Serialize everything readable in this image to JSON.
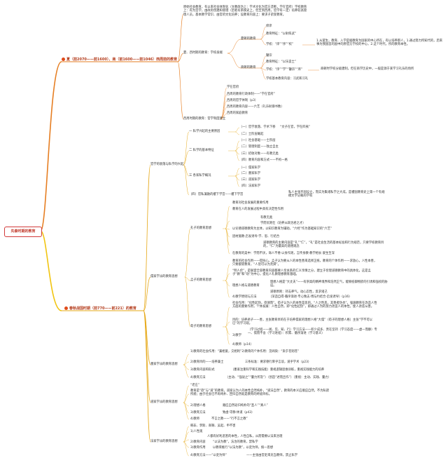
{
  "root": "先秦时期的教育",
  "era1": "夏（前2070——前1600）、商（前1600——前1046）西周前的教育",
  "era2": "春秋战国时期（前770——前221）的教育",
  "top": {
    "intro": "原始社会教育，有以来社会体制化（文教政治上：学术文化为官方垄断，学在官府）学校教育上：有为宫学，由政府创建和管理（后者有系统史上，但至到西周，官学有一定）培养较高管理人员，基本教学常识、由官府文化培养；设教育内容上：要求子弟受教育。",
    "a_branch": "夏、西时期的教育：学校发端",
    "a_item": "夏朝的教育",
    "a_1": "痒庠",
    "a_2": "教育特征：“以射练武”",
    "a_3": "学校：“庠”“序”“校”",
    "a_3d": "1.从诞生，教育、入学是据教育为国家的中心所在，有以培养那人，1.通过努力所知代的，后来事为我国首的国中的原官方学校的中心，2.这个时代，所的教育本性。",
    "b_item": "商朝的教育",
    "b_1": "瞽宗",
    "b_2": "教育特征：“以乐造士”",
    "b_3": "学校：“序”“学”“瞽宗”“庠”",
    "b_3d": "商朝时学校分级建制，但在商学历史中，一般是源于某学习礼乐的场所",
    "b_4": "学校基本教育内容：习武和习礼",
    "c_branch": "西周时期的教育：官学制度建立",
    "c_1": "学在官府",
    "c_2": "西周的教育行政体制——“学在官府”",
    "c_3": "西周的官学体制（p3）",
    "c_4": "西周的教育内容——六艺（礼乐射御书数）",
    "c_5": "西周的家庭教育"
  },
  "bottom": {
    "s1": "官学的衰落与私学的兴起",
    "s1_a": "一 私学兴起的主要原因",
    "s1_a1": "（一）官学衰落、学术下移",
    "s1_a1r": "“文子在官，学在四夷”",
    "s1_a2": "（二）士阶层崛起",
    "s1_b": "二 私学的基本特征",
    "s1_b1": "（一）社会基础——士阶层",
    "s1_b2": "（二）管理制度——独立自主",
    "s1_b3": "（三）招收对象——有教无类",
    "s1_b4": "（四）教育内容和方式——不拘一格",
    "s1_c": "三 各家私学概况",
    "s1_c1": "（一）儒家私学",
    "s1_c2": "（二）墨家私学",
    "s1_c3": "（三）道家私学",
    "s1_c4": "（四）法家私学",
    "s1_d": "（四）官私兼融的稷下学宫——稷下学宫",
    "s1_dd": "私人主张齐国设立，而实为集诸私学之大成，是稷国教育史上第一个有规模文字记载的学校",
    "s2": "儒家学派的教育思想",
    "s2_k": "孔子的教育思想",
    "s2_k1": "教育对社会发展的重要作用",
    "s2_k2": "教育在人的发展过程中具有决定性作用",
    "s2_k3": "有教无类",
    "s2_k4": "学而优则仕（培养从政治君之才）",
    "s2_k5": "以论德道德教育为主体，以知识教育为辅助，“六经”作为基础知识的“六艺”",
    "s2_k6": "因材施教·启发诱导·学、思、行结合",
    "s2_k7": "道德教育的主要内容是“礼”“仁”，“礼”是社会生活的基本标准和行为规范，只要学校教育目的，“仁”为最高的道德观念",
    "s2_k8": "在教育的美中：学而不厌，诲人不倦·以身作则，言传身教·教学相长·爱生至深",
    "s2_m": "孟子的教育思想",
    "s2_m1": "教育的社会作用——得民心。孟子认为要从人的本性善来选择正统，教育的个体作用——求放心，人性本善，只要都受教育，“人皆可以为尧舜”。",
    "s2_m2": "“明人伦”，是联盟全部教育内容都要人伦关系的仁义亲情之分，建立于伦理道德教育中的具体化，这是孟子“教”和“劝”为中心，提化人礼教理想教育基础。",
    "s2_m3": "理想人格与道德教育",
    "s2_m3a": "理想人格是“大丈夫”——有崇高的精神境界和浩然正气，能够抵御物欲的引诱和强权的胁迫。",
    "s2_m3b": "道德原则：持志养气，动心忍性，反求诸己",
    "s2_m4": "4)教学原则与方法",
    "s2_m4a": "（深造自得·循序渐进·专心致志·博与约结合·启发诱导）(p16)",
    "s2_x": "荀子的教育思想",
    "s2_x1": "社会作用：“化性起伪，欲速而”。荀子认为人的本性是恶的，“人之性恶，其善者伪也”。强调教育在改造人性方面的重要作用，个体发展：人性自然，即“化性起伪”，即通过人为的努力改造人的本性，使人改恶从善。",
    "s2_x2": "目的：培养君子——善，主张教育目的在于培养儒家的理想人格“大儒”（荀子的理想人格）主张“学不可以已”的学习观。",
    "s2_x3": "3)教学",
    "s2_x3a": "（学习过程——闻、见、知、行）学习方法——积少成多、贵在坚持（学习态度——虚一而静）专一、锲而不舍（学习进程）：积累、循序渐进（学习意义）",
    "s2_x4": "4)教师（p14）",
    "s3": "墨家学派的教育思想",
    "s3_1": "1)教育的社会作用：“兼相爱，交相利”2)教育的个体作用：见闻染：“染于苍则苍”",
    "s3_2": "2)教育目的——培养兼士",
    "s3_2r": "三条标准：要求德行厚乎言谈，道乎学术（p23）",
    "s3_3": "3)教育内容和形式",
    "s3_3r": "（墨家注重科学和实践技能）重视逻辑思维训练，重视实践能力的培养",
    "s3_4": "4)教育方法",
    "s3_4r": "（主动、“强说之”“量力所及”）（创造“述而且作”）（重视：主动、实践、量力）",
    "s4": "道家学派的教育思想",
    "s4_0": "“老庄”",
    "s4_1": "教育是“欲”与“道”的教育。道家认为人的本性自然纯朴，“道法自然”，教育的本义应顺应自然，不为私欲所惑；由于社会已不再纯朴、回归自然就是教育的终极目标。",
    "s4_2": "2)理想人格",
    "s4_2r": "顺应自然返归纯朴的“圣人”“真人”",
    "s4_3": "3)教育方法",
    "s4_3r": "致虚·守静·体道（p43）",
    "s4_4": "4)教师",
    "s4_4r": "不言之教——“行不言之教”",
    "s5": "法家学派的教育思想",
    "s5_1": "韩非、李斯、商鞅、吴起、申不害",
    "s5_2": "1)人性观",
    "s5_2r": "人都有好利恶害的本性，人性自私，从而需要以法来治理",
    "s5_3": "2)教育内容",
    "s5_3r": "“以法为教”，法治的教育，禁私学",
    "s5_4": "3)教育作用",
    "s5_4r": "以教育推行“以法为教”，以吏为师，统一思想",
    "s5_5": "4)教育方法——“以吏为师”",
    "s5_5r": "——主张由官吏来充当教师，禁止私学"
  },
  "colors": {
    "era1_line": "#e67e22",
    "era2_line": "#f1c40f",
    "top_line": "#e67e22",
    "bottom_line": "#e6a817",
    "root": "#d23a3a"
  },
  "icons": {
    "era1": "fire-icon",
    "era2": "fire-icon"
  }
}
